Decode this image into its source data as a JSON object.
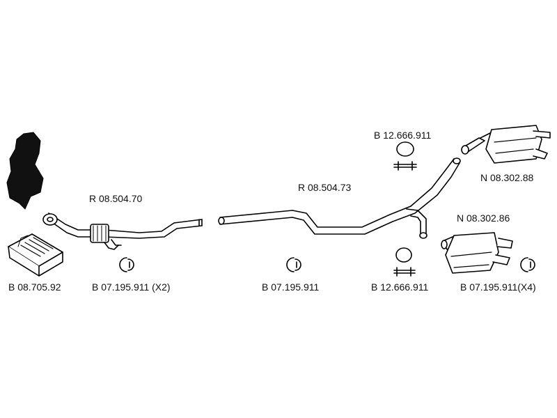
{
  "labels": {
    "pipe_front": "R 08.504.70",
    "pipe_middle": "R 08.504.73",
    "clamp_top": "B 12.666.911",
    "muffler_upper": "N 08.302.88",
    "muffler_lower": "N 08.302.86",
    "mount_kit": "B 08.705.92",
    "ring_front": "B 07.195.911 (X2)",
    "ring_middle": "B 07.195.911",
    "clamp_bottom": "B 12.666.911",
    "ring_rear": "B 07.195.911(X4)"
  },
  "colors": {
    "line": "#000000",
    "fill_dark": "#111111",
    "shade": "#bbbbbb"
  }
}
